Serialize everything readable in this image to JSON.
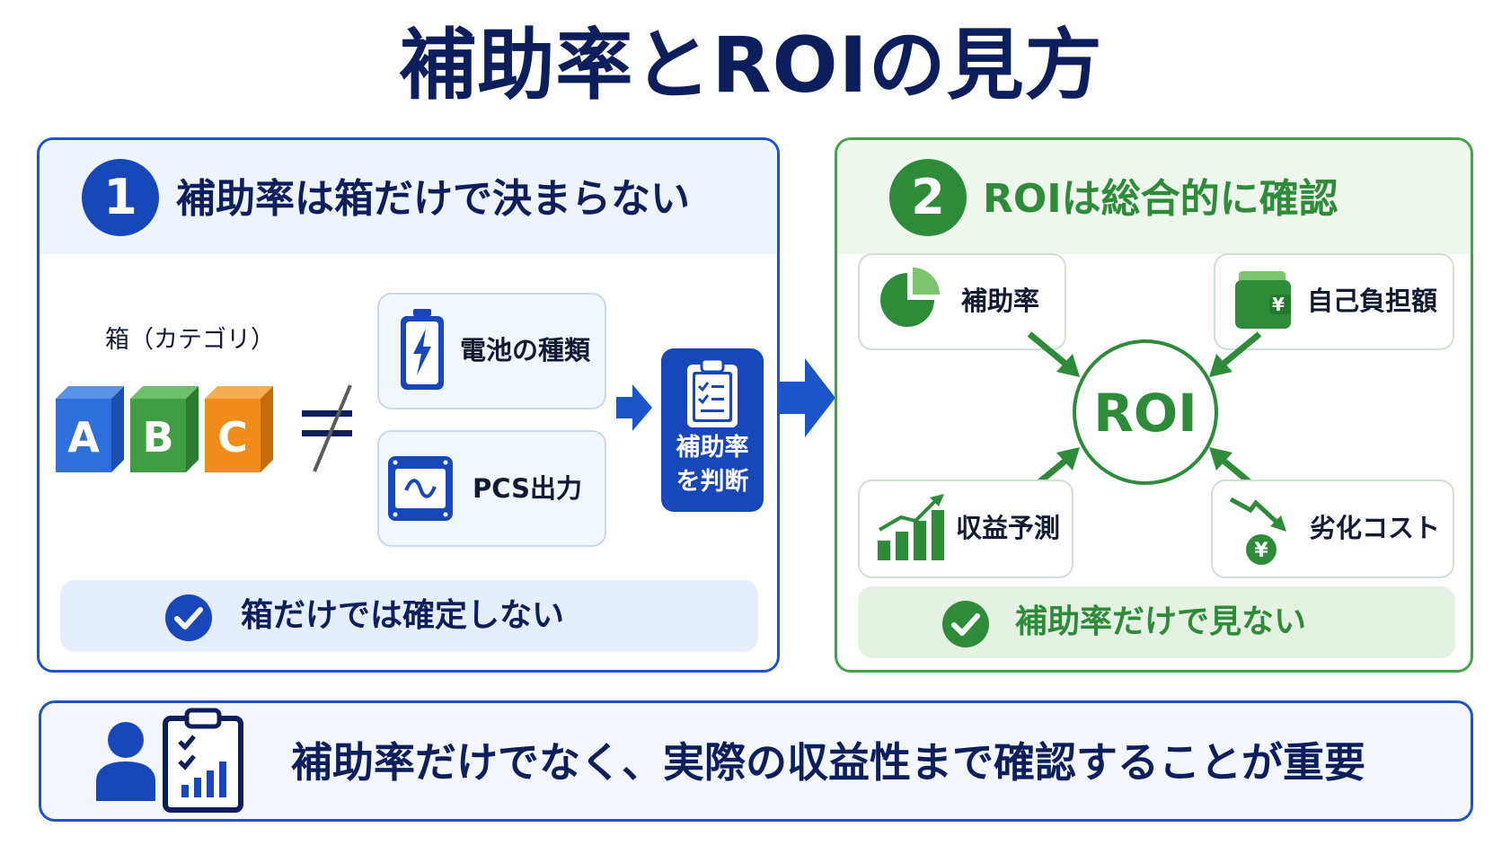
{
  "title": "補助率とROIの見方",
  "colors": {
    "navy": "#0c1f5c",
    "blue": "#1b55c9",
    "green": "#2e8b3a",
    "orange": "#f08c1a"
  },
  "panel1": {
    "number": "1",
    "heading": "補助率は箱だけで決まらない",
    "category_label": "箱（カテゴリ）",
    "cubes": [
      "A",
      "B",
      "C"
    ],
    "not_equal_icon": "not-equal-icon",
    "factors": [
      {
        "label": "電池の種類",
        "icon": "battery-icon"
      },
      {
        "label": "PCS出力",
        "icon": "pcs-inverter-icon"
      }
    ],
    "judge_label_line1": "補助率",
    "judge_label_line2": "を判断",
    "footer": "箱だけでは確定しない"
  },
  "panel2": {
    "number": "2",
    "heading": "ROIは総合的に確認",
    "center": "ROI",
    "factors": [
      {
        "label": "補助率",
        "icon": "pie-chart-icon"
      },
      {
        "label": "自己負担額",
        "icon": "wallet-yen-icon"
      },
      {
        "label": "収益予測",
        "icon": "growth-chart-icon"
      },
      {
        "label": "劣化コスト",
        "icon": "decline-yen-icon"
      }
    ],
    "footer": "補助率だけで見ない"
  },
  "bottom": {
    "message": "補助率だけでなく、実際の収益性まで確認することが重要"
  }
}
